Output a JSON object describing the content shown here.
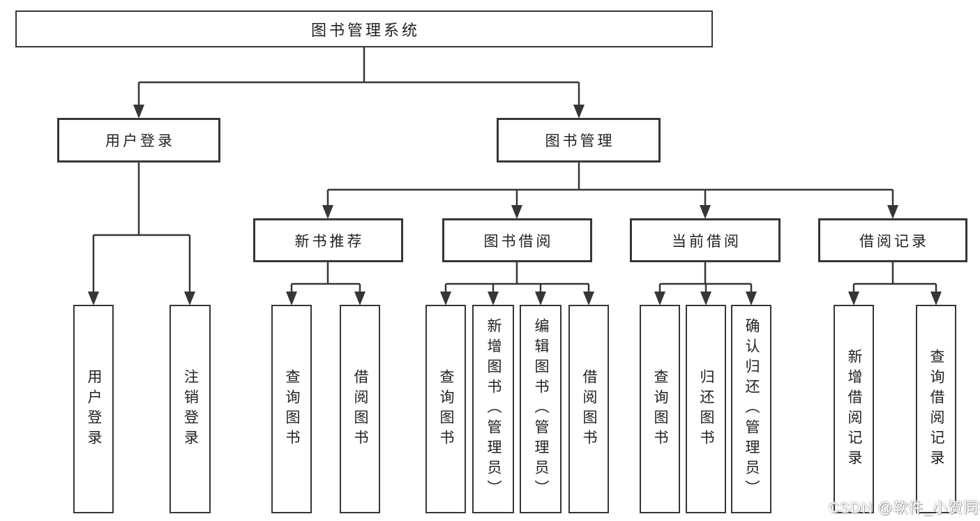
{
  "tree": {
    "root": {
      "label": "图书管理系统"
    },
    "level2": [
      {
        "label": "用户登录",
        "leaves": [
          "用户登录",
          "注销登录"
        ]
      },
      {
        "label": "图书管理",
        "level3": [
          {
            "label": "新书推荐",
            "leaves": [
              "查询图书",
              "借阅图书"
            ]
          },
          {
            "label": "图书借阅",
            "leaves": [
              "查询图书",
              "新增图书（管理员）",
              "编辑图书（管理员）",
              "借阅图书"
            ]
          },
          {
            "label": "当前借阅",
            "leaves": [
              "查询图书",
              "归还图书",
              "确认归还（管理员）"
            ]
          },
          {
            "label": "借阅记录",
            "leaves": [
              "新增借阅记录",
              "查询借阅记录"
            ]
          }
        ]
      }
    ]
  },
  "watermark": {
    "text": "CSDN @软件_小贺同学"
  },
  "colors": {
    "line": "#363636",
    "box_background": "#ffffff",
    "text": "#222222",
    "watermark_text": "#fdfdfd"
  }
}
